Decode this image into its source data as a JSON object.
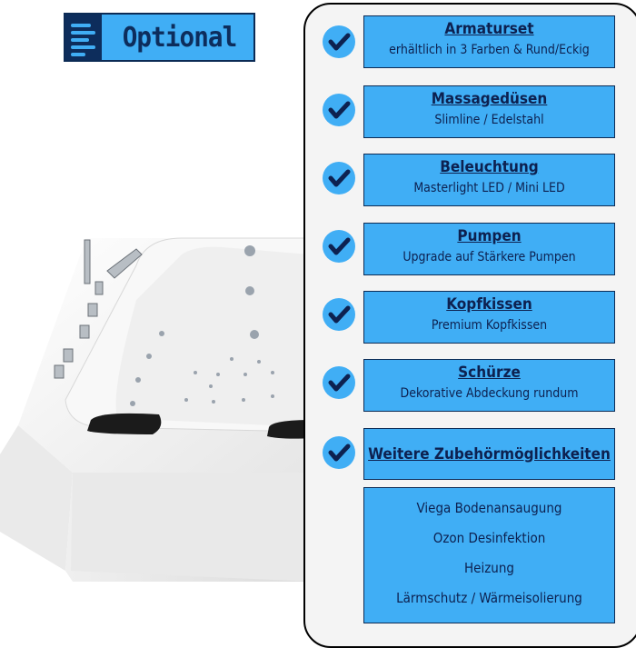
{
  "header": {
    "title": "Optional",
    "icon": "list-icon"
  },
  "accent_color": "#40aef5",
  "navy_color": "#0d2d5c",
  "options": [
    {
      "title": "Armaturset",
      "subtitle": "erhältlich in 3 Farben &  Rund/Eckig"
    },
    {
      "title": "Massagedüsen",
      "subtitle": "Slimline / Edelstahl"
    },
    {
      "title": "Beleuchtung",
      "subtitle": "Masterlight  LED / Mini LED"
    },
    {
      "title": "Pumpen",
      "subtitle": "Upgrade auf Stärkere Pumpen"
    },
    {
      "title": "Kopfkissen",
      "subtitle": "Premium Kopfkissen"
    },
    {
      "title": "Schürze",
      "subtitle": "Dekorative Abdeckung rundum"
    },
    {
      "title": "Weitere Zubehörmöglichkeiten"
    }
  ],
  "extras": [
    "Viega Bodenansaugung",
    "Ozon Desinfektion",
    "Heizung",
    "Lärmschutz / Wärmeisolierung"
  ],
  "check_icon": "check-icon",
  "product_image": "whirlpool-bathtub"
}
